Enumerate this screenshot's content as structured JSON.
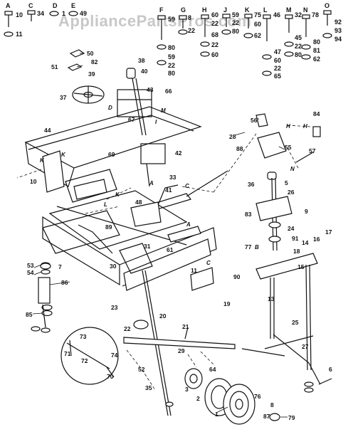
{
  "watermark": "AppliancePartsPros.com",
  "kits": [
    {
      "letter": "A",
      "parts": [
        "10",
        "11"
      ]
    },
    {
      "letter": "C",
      "parts": [
        "34"
      ]
    },
    {
      "letter": "D",
      "parts": [
        "1"
      ]
    },
    {
      "letter": "E",
      "parts": [
        "49"
      ]
    },
    {
      "letter": "F",
      "parts": [
        "59",
        "80",
        "59",
        "22",
        "80"
      ]
    },
    {
      "letter": "G",
      "parts": [
        "8",
        "22"
      ]
    },
    {
      "letter": "H",
      "parts": [
        "60",
        "22",
        "68",
        "22",
        "60"
      ]
    },
    {
      "letter": "J",
      "parts": [
        "59",
        "22",
        "80"
      ]
    },
    {
      "letter": "K",
      "parts": [
        "75",
        "60",
        "62"
      ]
    },
    {
      "letter": "L",
      "parts": [
        "46",
        "47",
        "60",
        "22",
        "65"
      ]
    },
    {
      "letter": "M",
      "parts": [
        "32",
        "45",
        "22",
        "80"
      ]
    },
    {
      "letter": "N",
      "parts": [
        "78",
        "80",
        "81",
        "62"
      ]
    },
    {
      "letter": "O",
      "parts": [
        "92",
        "93",
        "94"
      ]
    }
  ],
  "callouts": [
    "1",
    "2",
    "3",
    "5",
    "6",
    "7",
    "8",
    "9",
    "10",
    "11",
    "13",
    "14",
    "15",
    "16",
    "17",
    "18",
    "19",
    "20",
    "21",
    "22",
    "23",
    "24",
    "25",
    "26",
    "27",
    "28",
    "29",
    "30",
    "31",
    "33",
    "35",
    "36",
    "37",
    "38",
    "39",
    "40",
    "41",
    "42",
    "43",
    "44",
    "48",
    "50",
    "51",
    "52",
    "53",
    "54",
    "55",
    "56",
    "57",
    "61",
    "64",
    "66",
    "67",
    "69",
    "70",
    "71",
    "72",
    "73",
    "74",
    "76",
    "77",
    "79",
    "82",
    "83",
    "84",
    "85",
    "86",
    "87",
    "88",
    "89",
    "90",
    "91"
  ],
  "ref_letters": [
    "A",
    "B",
    "C",
    "D",
    "H",
    "I",
    "K",
    "L",
    "M",
    "N"
  ]
}
